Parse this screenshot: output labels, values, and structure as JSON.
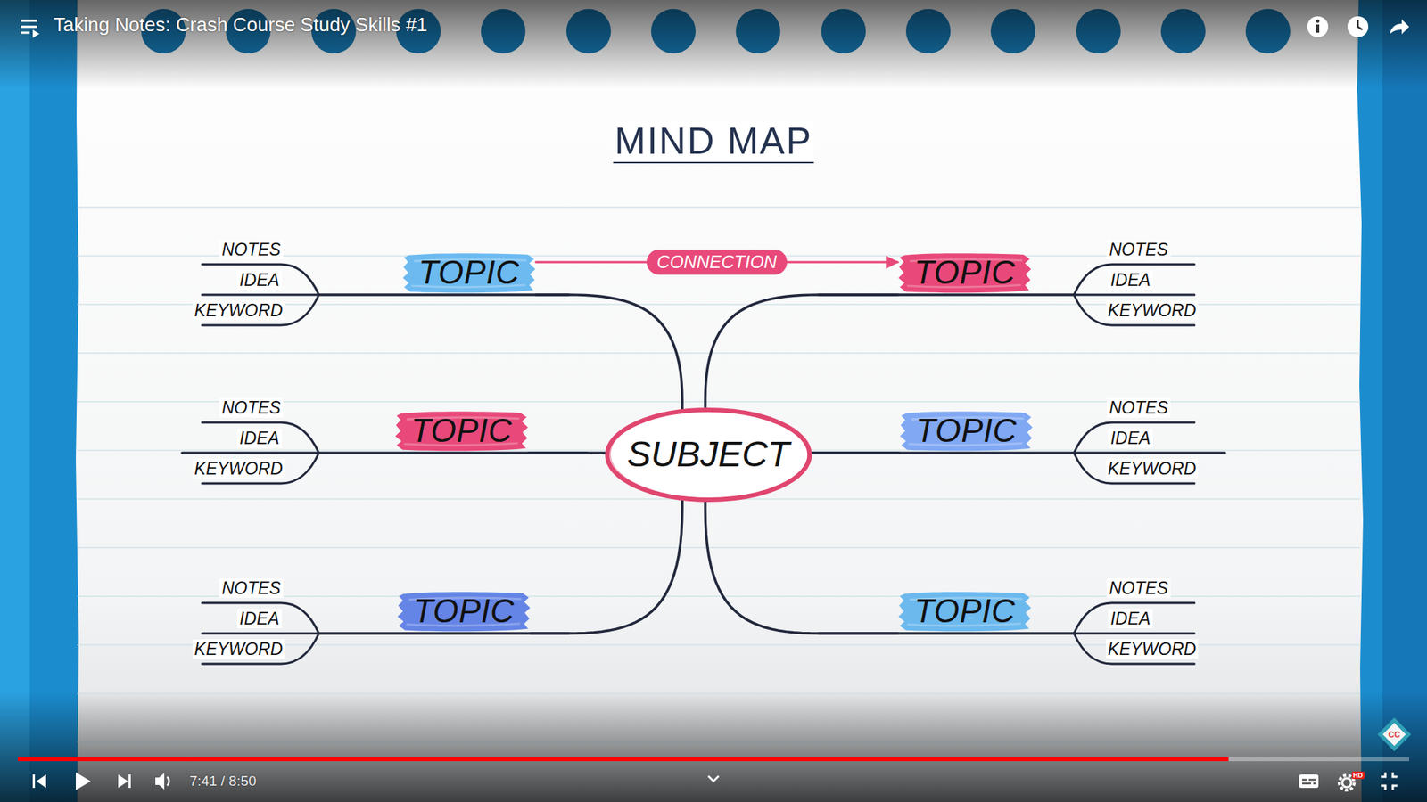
{
  "diagram": {
    "title": "MIND MAP",
    "nodes": [
      {
        "text": [
          "TOPIC"
        ]
      },
      {
        "text": [
          "TOPIC"
        ]
      },
      {
        "text": [
          "TOPIC"
        ]
      },
      {
        "text": [
          "SUBJECT"
        ]
      },
      {
        "text": [
          "TOPIC"
        ]
      },
      {
        "text": [
          "TOPIC"
        ]
      },
      {
        "text": [
          "TOPIC"
        ]
      }
    ],
    "edges": [
      {
        "from": 3,
        "to": 0,
        "arrow": "none"
      },
      {
        "from": 3,
        "to": 1,
        "arrow": "none"
      },
      {
        "from": 3,
        "to": 2,
        "arrow": "none"
      },
      {
        "from": 3,
        "to": 4,
        "arrow": "none"
      },
      {
        "from": 3,
        "to": 5,
        "arrow": "none"
      },
      {
        "from": 3,
        "to": 6,
        "arrow": "none"
      },
      {
        "from": 0,
        "to": 1,
        "arrow": "to",
        "label": "CONNECTION"
      }
    ],
    "labels": [
      "Taking Notes: Crash Course Study Skills #1",
      "NOTES",
      "IDEA",
      "KEYWORD",
      "NOTES",
      "IDEA",
      "KEYWORD",
      "NOTES",
      "IDEA",
      "KEYWORD",
      "NOTES",
      "IDEA",
      "KEYWORD",
      "NOTES",
      "IDEA",
      "KEYWORD",
      "NOTES",
      "IDEA",
      "KEYWORD",
      "CC",
      "7:41 / 8:50",
      "HD"
    ]
  }
}
